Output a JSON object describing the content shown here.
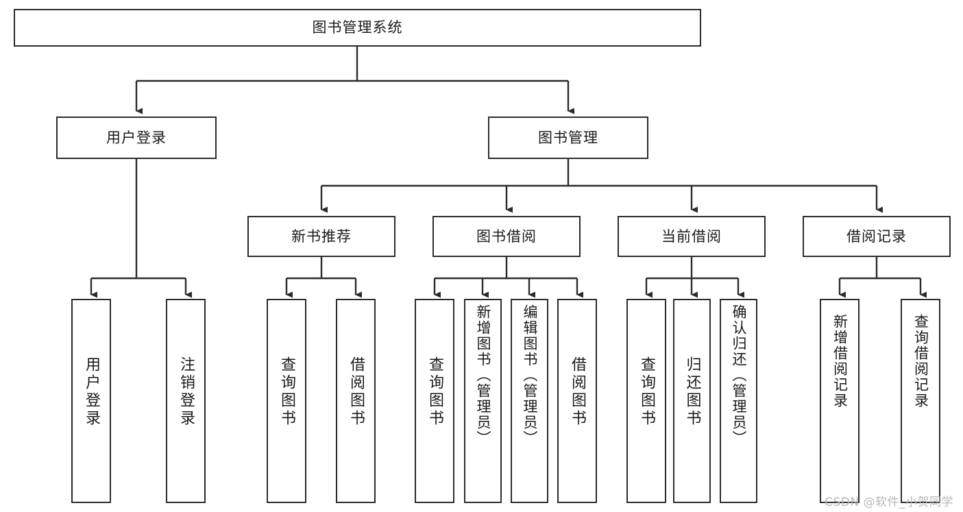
{
  "diagram": {
    "title": "图书管理系统",
    "type": "tree",
    "watermark": "CSDN @软件_小贺同学",
    "colors": {
      "node_border": "#2b2b2b",
      "node_fill": "#ffffff",
      "connector": "#2b2b2b",
      "text": "#1a1a1a",
      "watermark": "#b8b8b8",
      "background": "#ffffff"
    }
  },
  "nodes": {
    "root": {
      "label": "图书管理系统"
    },
    "level2": [
      {
        "label": "用户登录"
      },
      {
        "label": "图书管理"
      }
    ],
    "level3": [
      {
        "label": "新书推荐"
      },
      {
        "label": "图书借阅"
      },
      {
        "label": "当前借阅"
      },
      {
        "label": "借阅记录"
      }
    ],
    "leaves": {
      "user_login": [
        {
          "label": "用户登录"
        },
        {
          "label": "注销登录"
        }
      ],
      "new_book_recommend": [
        {
          "label": "查询图书"
        },
        {
          "label": "借阅图书"
        }
      ],
      "book_borrow": [
        {
          "label": "查询图书"
        },
        {
          "label": "新增图书（管理员）"
        },
        {
          "label": "编辑图书（管理员）"
        },
        {
          "label": "借阅图书"
        }
      ],
      "current_borrow": [
        {
          "label": "查询图书"
        },
        {
          "label": "归还图书"
        },
        {
          "label": "确认归还（管理员）"
        }
      ],
      "borrow_record": [
        {
          "label": "新增借阅记录"
        },
        {
          "label": "查询借阅记录"
        }
      ]
    }
  }
}
